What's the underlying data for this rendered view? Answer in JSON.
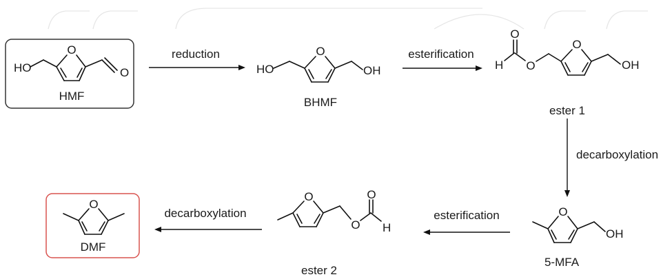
{
  "molecules": {
    "hmf": {
      "name": "HMF",
      "atoms": {
        "ho": "HO",
        "ring_o": "O"
      }
    },
    "bhmf": {
      "name": "BHMF",
      "atoms": {
        "ho": "HO",
        "ring_o": "O",
        "oh": "OH"
      }
    },
    "ester1": {
      "name": "ester 1",
      "atoms": {
        "h": "H",
        "carbonyl_o": "O",
        "ester_o": "O",
        "ring_o": "O",
        "oh": "OH"
      }
    },
    "mfa": {
      "name": "5-MFA",
      "atoms": {
        "ring_o": "O",
        "oh": "OH"
      }
    },
    "ester2": {
      "name": "ester 2",
      "atoms": {
        "ring_o": "O",
        "ester_o": "O",
        "carbonyl_o": "O",
        "h": "H"
      }
    },
    "dmf": {
      "name": "DMF",
      "atoms": {
        "ring_o": "O"
      }
    }
  },
  "steps": {
    "step1": "reduction",
    "step2": "esterification",
    "step3": "decarboxylation",
    "step4": "esterification",
    "step5": "decarboxylation"
  },
  "colors": {
    "hmf_box": "#333333",
    "dmf_box": "#d9534f"
  }
}
